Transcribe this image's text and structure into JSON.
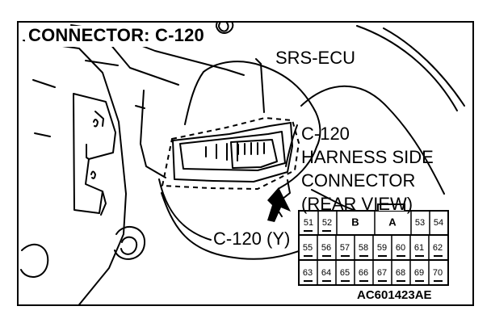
{
  "diagram": {
    "title": "CONNECTOR: C-120",
    "labels": {
      "srs_ecu": "SRS-ECU",
      "harness_lines": [
        "C-120",
        "HARNESS SIDE",
        "CONNECTOR",
        "(REAR VIEW)"
      ],
      "connector_label": "C-120 (Y)",
      "figure_code": "AC601423AE"
    },
    "connector_pins": {
      "row1": [
        "51",
        "52",
        "B",
        "A",
        "53",
        "54"
      ],
      "row2": [
        "55",
        "56",
        "57",
        "58",
        "59",
        "60",
        "61",
        "62"
      ],
      "row3": [
        "63",
        "64",
        "65",
        "66",
        "67",
        "68",
        "69",
        "70"
      ]
    }
  }
}
